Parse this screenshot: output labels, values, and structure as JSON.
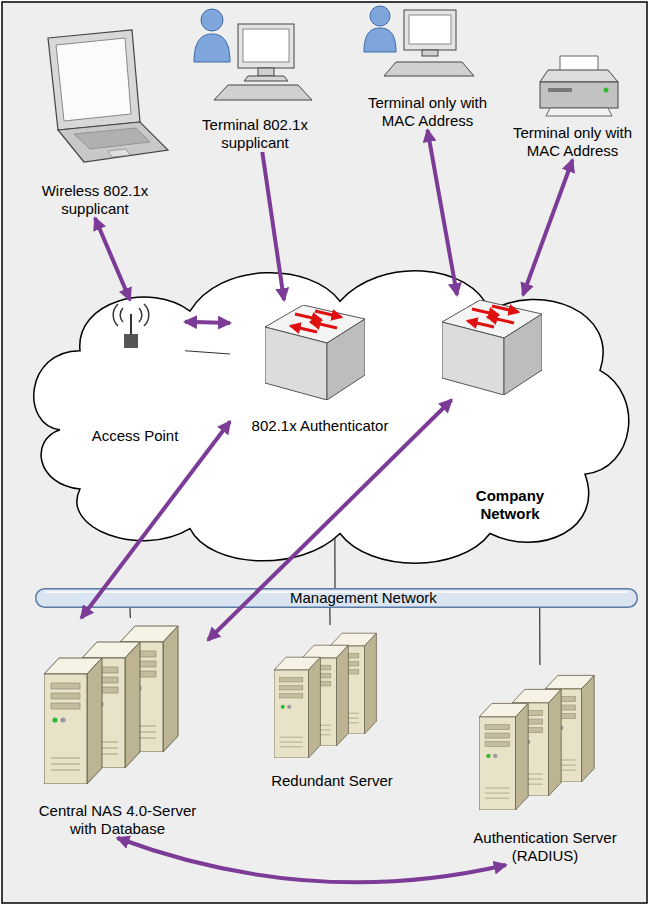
{
  "diagram": {
    "nodes": [
      {
        "text": [
          "Wireless 802.1x supplicant"
        ]
      },
      {
        "text": [
          "Terminal 802.1x supplicant"
        ]
      },
      {
        "text": [
          "Terminal only with MAC Address"
        ]
      },
      {
        "text": [
          "Terminal only with MAC Address"
        ]
      },
      {
        "text": [
          "Company Network"
        ]
      },
      {
        "text": [
          "Access Point"
        ],
        "in": 4
      },
      {
        "text": [
          "802.1x Authenticator"
        ],
        "in": 4
      },
      {
        "text": [],
        "in": 4
      },
      {
        "text": [
          "Management Network"
        ]
      },
      {
        "text": [
          "Central NAS 4.0-Server with Database"
        ]
      },
      {
        "text": [
          "Redundant Server"
        ]
      },
      {
        "text": [
          "Authentication Server (RADIUS)"
        ]
      }
    ],
    "edges": [
      {
        "from": 0,
        "to": 5,
        "arrow": "both"
      },
      {
        "from": 5,
        "to": 6,
        "arrow": "both"
      },
      {
        "from": 5,
        "to": 6,
        "arrow": "none"
      },
      {
        "from": 1,
        "to": 6,
        "arrow": "to"
      },
      {
        "from": 2,
        "to": 7,
        "arrow": "both"
      },
      {
        "from": 3,
        "to": 7,
        "arrow": "both"
      },
      {
        "from": 6,
        "to": 9,
        "arrow": "both"
      },
      {
        "from": 7,
        "to": 9,
        "arrow": "both"
      },
      {
        "from": 9,
        "to": 11,
        "arrow": "both"
      },
      {
        "from": 4,
        "to": 8,
        "arrow": "none"
      },
      {
        "from": 8,
        "to": 9,
        "arrow": "none"
      },
      {
        "from": 8,
        "to": 10,
        "arrow": "none"
      },
      {
        "from": 8,
        "to": 11,
        "arrow": "none"
      }
    ]
  }
}
